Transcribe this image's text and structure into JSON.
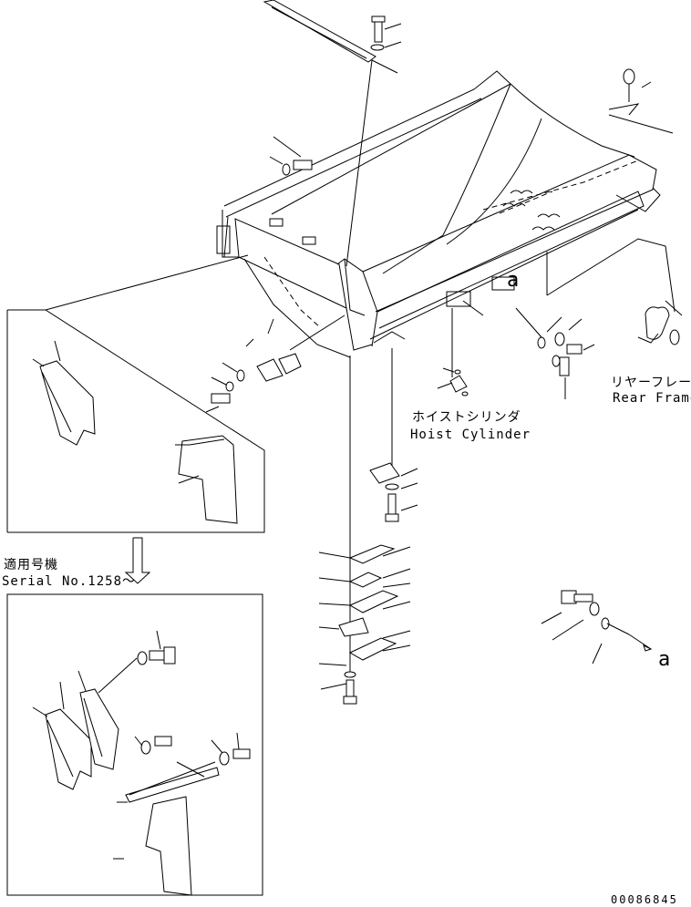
{
  "labels": {
    "rear_frame_jp": "リヤーフレーム",
    "rear_frame_en": "Rear Frame",
    "hoist_cylinder_jp": "ホイストシリンダ",
    "hoist_cylinder_en": "Hoist Cylinder",
    "serial_jp": "適用号機",
    "serial_en": "Serial No.1258～",
    "ref_a_top": "a",
    "ref_a_right": "a",
    "drawing_code": "00086845"
  }
}
